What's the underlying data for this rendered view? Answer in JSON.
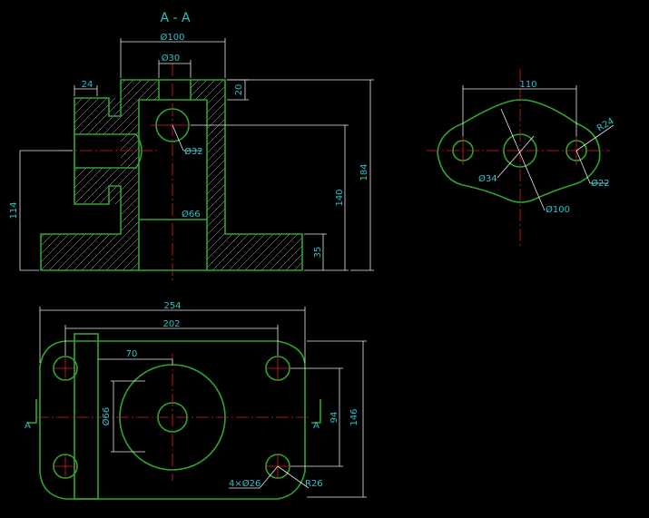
{
  "section_title": "A - A",
  "front_view": {
    "dims": {
      "d_top_flange": "Ø100",
      "d_top_bore": "Ø30",
      "w_left": "24",
      "h_top": "20",
      "d_side_hole": "Ø32",
      "d_main_bore": "Ø66",
      "h_left": "114",
      "h_bore_axis": "140",
      "h_total": "184",
      "h_base": "35"
    }
  },
  "right_view": {
    "dims": {
      "span": "110",
      "r_end": "R24",
      "d_end_hole": "Ø22",
      "d_center_hole": "Ø34",
      "d_outer": "Ø100"
    }
  },
  "top_view": {
    "dims": {
      "length_total": "254",
      "hole_span": "202",
      "offset": "70",
      "d_boss": "Ø66",
      "hole_pitch_y": "94",
      "width_total": "146",
      "holes": "4×Ø26",
      "corner_r": "R26"
    },
    "section_marks": [
      "A",
      "A"
    ]
  }
}
